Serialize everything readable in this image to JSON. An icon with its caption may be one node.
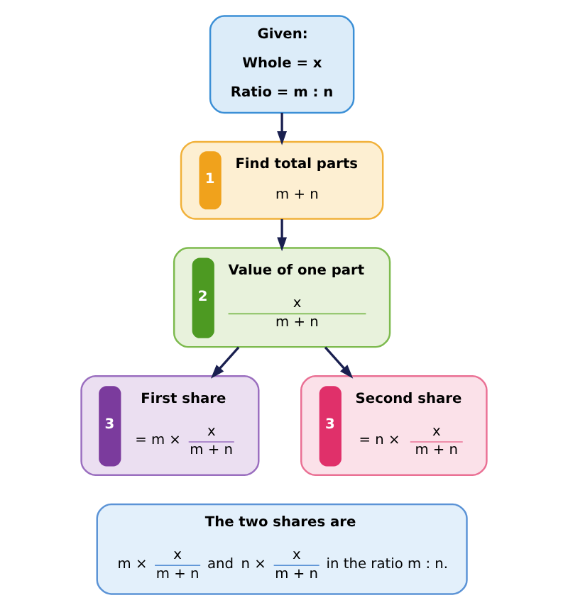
{
  "diagram": {
    "nodes": [
      {
        "text": [
          "Given:",
          "Whole = x",
          "Ratio = m : n"
        ]
      },
      {
        "text": [
          "1",
          "Find total parts",
          "m + n"
        ]
      },
      {
        "text": [
          "2",
          "Value of one part",
          "x",
          "m + n"
        ]
      },
      {
        "text": [
          "3",
          "First share",
          "= m ×",
          "x",
          "m + n"
        ]
      },
      {
        "text": [
          "3",
          "Second share",
          "= n ×",
          "x",
          "m + n"
        ]
      },
      {
        "text": [
          "The two shares are",
          "m ×",
          "x",
          "m + n",
          "and",
          "n ×",
          "x",
          "m + n",
          "in the ratio m : n."
        ]
      }
    ],
    "edges": [
      {
        "from": 0,
        "to": 1,
        "arrow": "to"
      },
      {
        "from": 1,
        "to": 2,
        "arrow": "to"
      },
      {
        "from": 2,
        "to": 3,
        "arrow": "to"
      },
      {
        "from": 2,
        "to": 4,
        "arrow": "to"
      }
    ]
  }
}
